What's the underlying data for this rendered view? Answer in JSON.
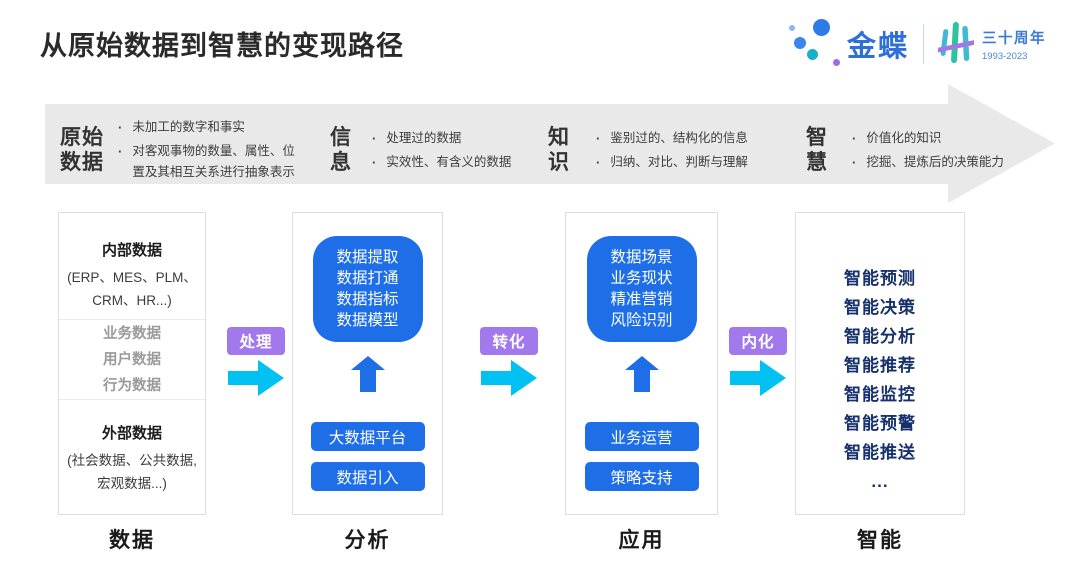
{
  "title": "从原始数据到智慧的变现路径",
  "logo": {
    "brand": "金蝶",
    "anniversary": "三十周年",
    "years": "1993-2023"
  },
  "banner": {
    "stages": [
      {
        "name": "原始\n数据",
        "bullets": [
          "未加工的数字和事实",
          "对客观事物的数量、属性、位置及其相互关系进行抽象表示"
        ]
      },
      {
        "name": "信\n息",
        "bullets": [
          "处理过的数据",
          "实效性、有含义的数据"
        ]
      },
      {
        "name": "知\n识",
        "bullets": [
          "鉴别过的、结构化的信息",
          "归纳、对比、判断与理解"
        ]
      },
      {
        "name": "智\n慧",
        "bullets": [
          "价值化的知识",
          "挖掘、提炼后的决策能力"
        ]
      }
    ]
  },
  "connectors": [
    {
      "label": "处理"
    },
    {
      "label": "转化"
    },
    {
      "label": "内化"
    }
  ],
  "columns": [
    {
      "label": "数据",
      "sections": {
        "internal": {
          "title": "内部数据",
          "subtitle": "(ERP、MES、PLM、\nCRM、HR...)"
        },
        "middle": {
          "items": [
            "业务数据",
            "用户数据",
            "行为数据"
          ]
        },
        "external": {
          "title": "外部数据",
          "subtitle": "(社会数据、公共数据,\n宏观数据...)"
        }
      }
    },
    {
      "label": "分析",
      "bubble_lines": [
        "数据提取",
        "数据打通",
        "数据指标",
        "数据模型"
      ],
      "buttons": [
        "大数据平台",
        "数据引入"
      ]
    },
    {
      "label": "应用",
      "bubble_lines": [
        "数据场景",
        "业务现状",
        "精准营销",
        "风险识别"
      ],
      "buttons": [
        "业务运营",
        "策略支持"
      ]
    },
    {
      "label": "智能",
      "items": [
        "智能预测",
        "智能决策",
        "智能分析",
        "智能推荐",
        "智能监控",
        "智能预警",
        "智能推送",
        "..."
      ]
    }
  ],
  "colors": {
    "accent_blue": "#1E6EE8",
    "cyan_arrow": "#00C1F2",
    "purple_badge": "#A179EC",
    "navy_text": "#16316E",
    "banner_gray": "#E9E9EA",
    "brand_blue": "#2F6FD8"
  }
}
